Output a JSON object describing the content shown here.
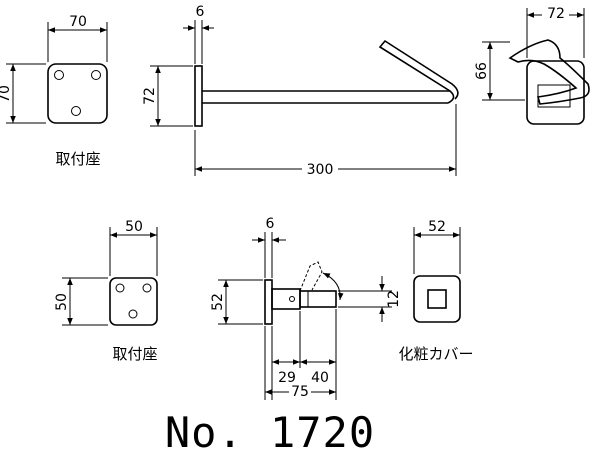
{
  "labels": {
    "mount_top": "取付座",
    "mount_bottom": "取付座",
    "cover": "化粧カバー",
    "model": "No. 1720"
  },
  "dims": {
    "top_plate_w": "70",
    "top_plate_h": "70",
    "top_side_t": "6",
    "top_side_h": "72",
    "top_len": "300",
    "top_right_w": "72",
    "top_right_h": "66",
    "bot_plate_w": "50",
    "bot_plate_h": "50",
    "bot_side_t": "6",
    "bot_side_h": "52",
    "bot_29": "29",
    "bot_40": "40",
    "bot_75": "75",
    "bot_12": "12",
    "cover_w": "52"
  }
}
